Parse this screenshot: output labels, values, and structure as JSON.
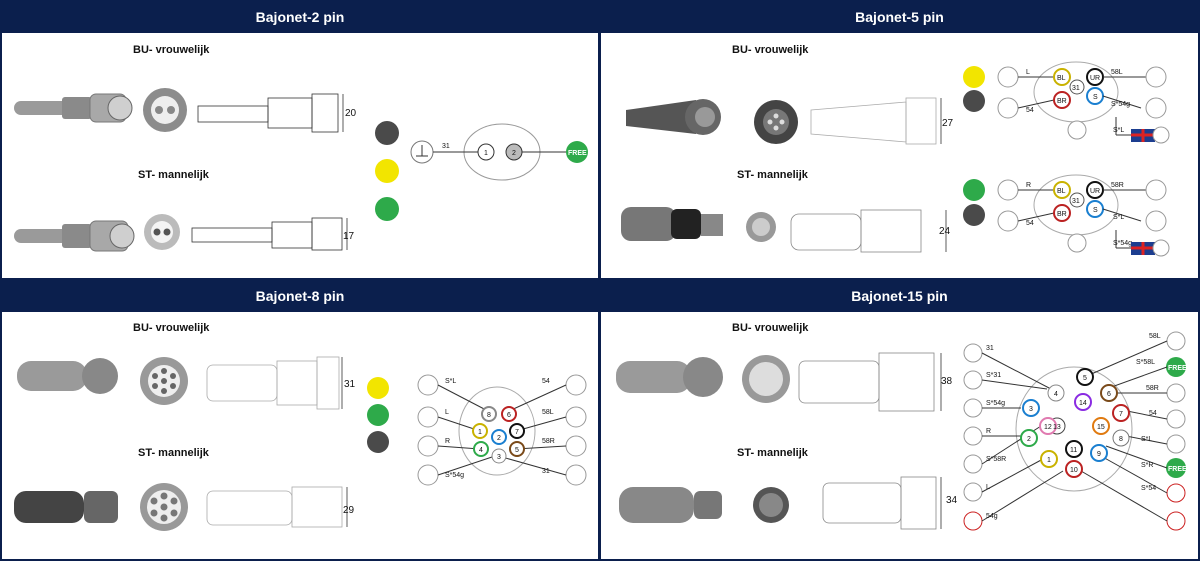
{
  "panels": {
    "p2": {
      "title": "Bajonet-2 pin",
      "female": "BU- vrouwelijk",
      "male": "ST- mannelijk",
      "dim_top": "20",
      "dim_bottom": "17"
    },
    "p5": {
      "title": "Bajonet-5 pin",
      "female": "BU- vrouwelijk",
      "male": "ST- mannelijk",
      "dim_top": "27",
      "dim_bottom": "24"
    },
    "p8": {
      "title": "Bajonet-8 pin",
      "female": "BU- vrouwelijk",
      "male": "ST- mannelijk",
      "dim_top": "31",
      "dim_bottom": "29"
    },
    "p15": {
      "title": "Bajonet-15 pin",
      "female": "BU- vrouwelijk",
      "male": "ST- mannelijk",
      "dim_top": "38",
      "dim_bottom": "34"
    }
  },
  "p2_diagram": {
    "wire": "31",
    "pin1": "1",
    "pin2": "2",
    "free": "FREE"
  },
  "p5_top": {
    "l": "L",
    "w54": "54",
    "w58l": "58L",
    "s54g": "S*54g",
    "sl": "S*L",
    "pins": {
      "bl": "BL",
      "ur": "UR",
      "br": "BR",
      "s": "S",
      "c": "31"
    }
  },
  "p5_bottom": {
    "r": "R",
    "w54": "54",
    "w58r": "58R",
    "sl": "S*L",
    "s54g": "S*54g",
    "pins": {
      "bl": "BL",
      "ur": "UR",
      "br": "BR",
      "s": "S",
      "c": "31"
    }
  },
  "p8_diagram": {
    "left": [
      "S*L",
      "L",
      "R",
      "S*54g"
    ],
    "right": [
      "54",
      "58L",
      "58R",
      "31"
    ],
    "pins": [
      "8",
      "1",
      "4",
      "6",
      "7",
      "5",
      "2",
      "3"
    ]
  },
  "p15_diagram": {
    "left": [
      "31",
      "S*31",
      "S*54g",
      "R",
      "S*58R",
      "L",
      "54g"
    ],
    "right": [
      "58L",
      "S*58L",
      "58R",
      "54",
      "S*L",
      "S*R",
      "S*54"
    ],
    "free": "FREE",
    "pins": [
      "5",
      "4",
      "14",
      "6",
      "3",
      "13",
      "7",
      "12",
      "15",
      "2",
      "11",
      "8",
      "1",
      "10",
      "9"
    ]
  },
  "colors": {
    "navy": "#0b1f4d",
    "free_green": "#2eaa4a",
    "yellow": "#f2e500",
    "grey_dark": "#4a4a4a"
  }
}
